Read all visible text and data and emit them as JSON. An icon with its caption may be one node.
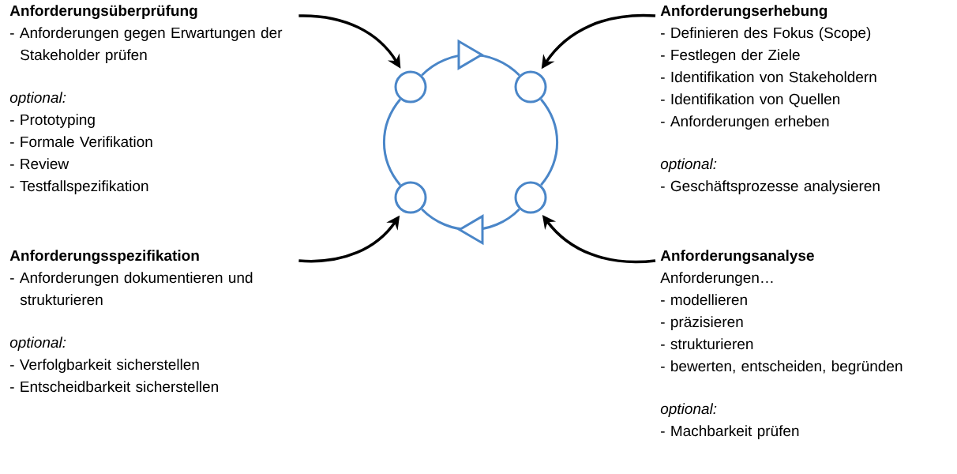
{
  "diagram": {
    "nodes": [
      {
        "text": [
          "Anforderungsüberprüfung",
          "- Anforderungen gegen Erwartungen der Stakeholder prüfen",
          "optional:",
          "- Prototyping",
          "- Formale Verifikation",
          "- Review",
          "- Testfallspezifikation"
        ]
      },
      {
        "text": [
          "Anforderungserhebung",
          "- Definieren des Fokus (Scope)",
          "- Festlegen der Ziele",
          "- Identifikation von Stakeholdern",
          "- Identifikation von Quellen",
          "- Anforderungen erheben",
          "optional:",
          "- Geschäftsprozesse analysieren"
        ]
      },
      {
        "text": [],
        "shape": "circle"
      },
      {
        "text": [],
        "shape": "circle"
      },
      {
        "text": [],
        "shape": "circle"
      },
      {
        "text": [],
        "shape": "circle"
      },
      {
        "text": [
          "Anforderungsspezifikation",
          "- Anforderungen dokumentieren und strukturieren",
          "optional:",
          "- Verfolgbarkeit sicherstellen",
          "- Entscheidbarkeit sicherstellen"
        ]
      },
      {
        "text": [
          "Anforderungsanalyse",
          "Anforderungen…",
          "- modellieren",
          "- präzisieren",
          "- strukturieren",
          "- bewerten, entscheiden, begründen",
          "optional:",
          "- Machbarkeit prüfen"
        ]
      }
    ],
    "edges": [
      {
        "from": 0,
        "to": 2,
        "arrow": "to"
      },
      {
        "from": 1,
        "to": 3,
        "arrow": "to"
      },
      {
        "from": 6,
        "to": 4,
        "arrow": "to"
      },
      {
        "from": 7,
        "to": 5,
        "arrow": "to"
      },
      {
        "from": 2,
        "to": 3,
        "arrow": "to",
        "color": "#4a86c8"
      },
      {
        "from": 3,
        "to": 5,
        "arrow": "none",
        "color": "#4a86c8"
      },
      {
        "from": 5,
        "to": 4,
        "arrow": "to",
        "color": "#4a86c8"
      },
      {
        "from": 4,
        "to": 2,
        "arrow": "none",
        "color": "#4a86c8"
      }
    ]
  }
}
